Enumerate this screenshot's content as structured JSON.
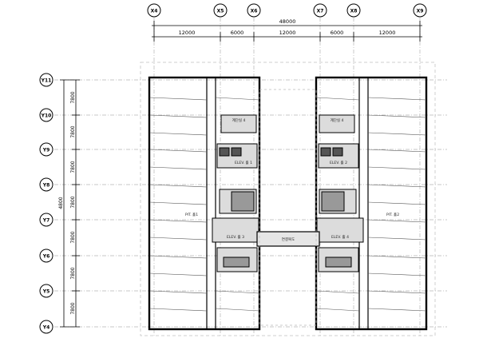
{
  "column_axes": [
    "X4",
    "X5",
    "X6",
    "X7",
    "X8",
    "X9"
  ],
  "row_axes": [
    "Y11",
    "Y10",
    "Y9",
    "Y8",
    "Y7",
    "Y6",
    "Y5",
    "Y4"
  ],
  "overall_width_dim": "48000",
  "bay_dims": [
    "12000",
    "6000",
    "12000",
    "6000",
    "12000"
  ],
  "overall_height_dim": "4800",
  "row_dims": [
    "7800",
    "7800",
    "7800",
    "7800",
    "7800",
    "7800",
    "7800"
  ],
  "room_labels": {
    "stair_top_left": "계단실 4",
    "stair_top_right": "계단실 4",
    "elev_left": "ELEV. 홀 1",
    "elev_right": "ELEV. 홀 2",
    "elev_bot_left": "ELEV. 홀 3",
    "elev_bot_right": "ELEV. 홀 4",
    "bridge": "연결복도",
    "pit_left": "PIT. 홀1",
    "pit_right": "PIT. 홀2"
  }
}
